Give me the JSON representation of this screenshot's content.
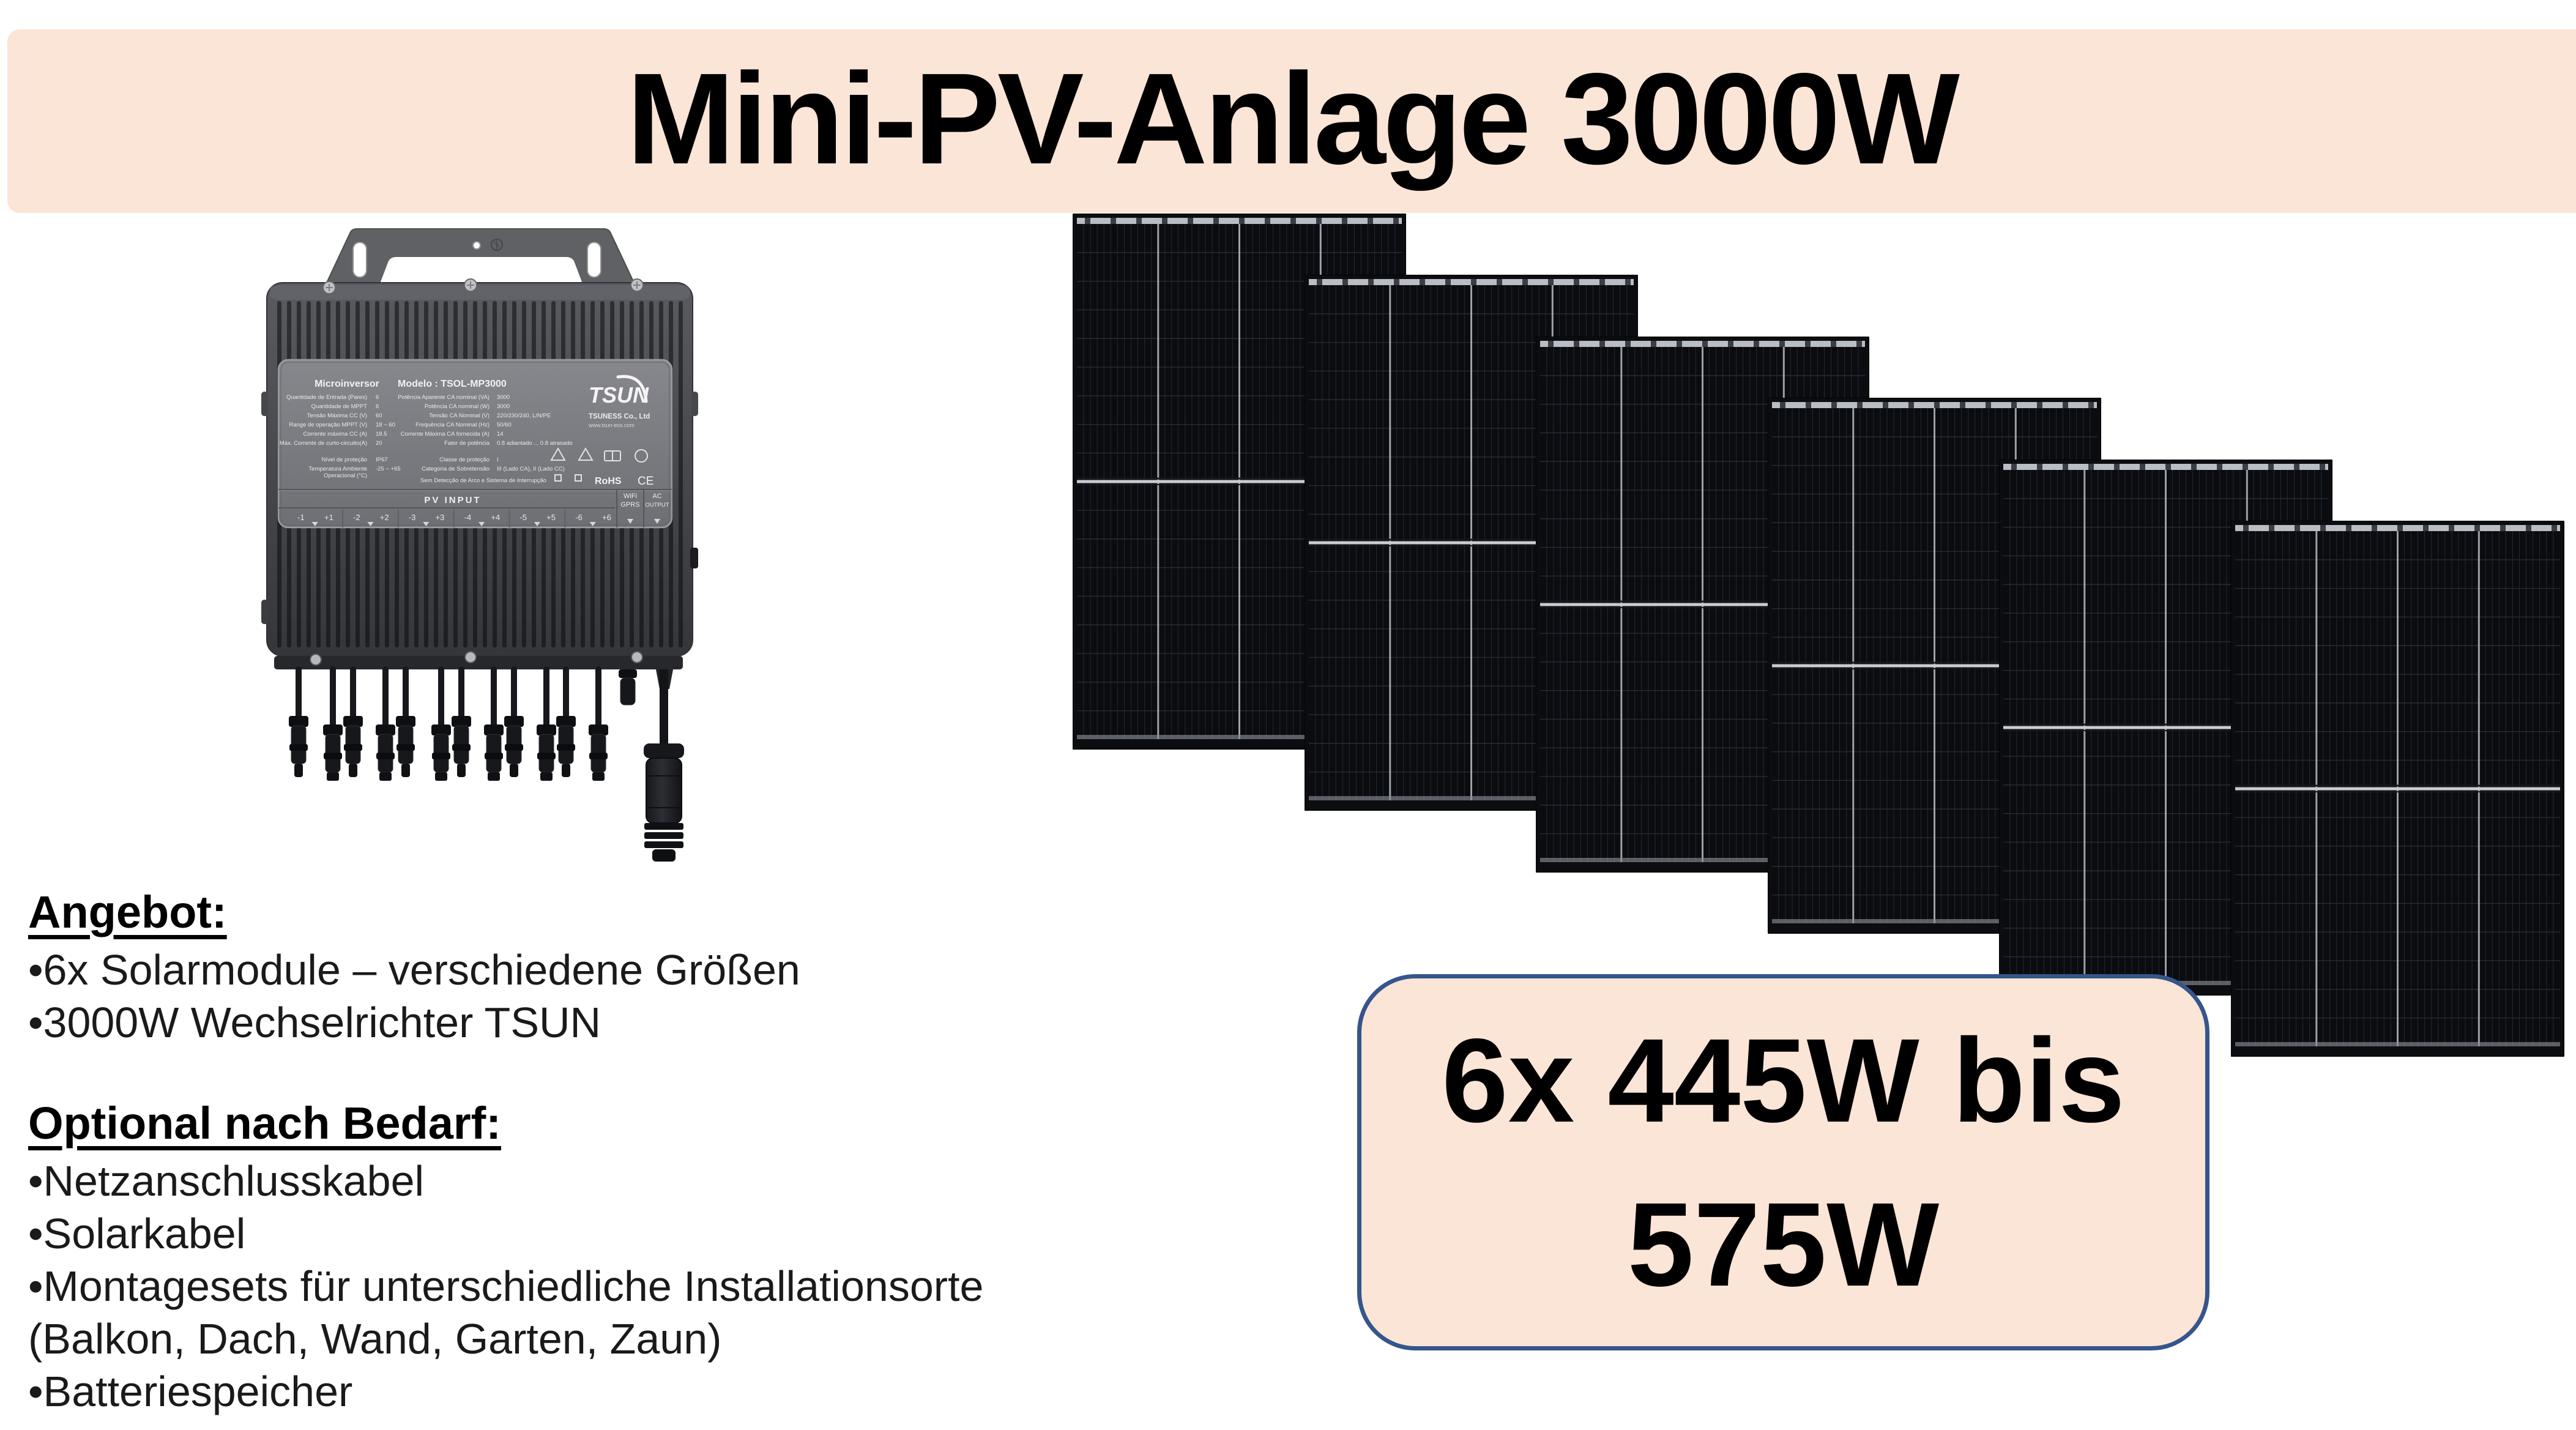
{
  "title": "Mini-PV-Anlage 3000W",
  "colors": {
    "banner_bg": "#fbe5d6",
    "badge_bg": "#fbe5d6",
    "badge_border": "#35558c",
    "panel_cell": "#0a0c10",
    "inverter_gray": "#4e4f53"
  },
  "offer": {
    "heading": "Angebot:",
    "lines": [
      "•6x Solarmodule – verschiedene Größen",
      "•3000W Wechselrichter TSUN"
    ]
  },
  "optional": {
    "heading": "Optional nach Bedarf:",
    "lines": [
      "•Netzanschlusskabel",
      "•Solarkabel",
      "•Montagesets für unterschiedliche Installationsorte",
      "(Balkon, Dach, Wand, Garten, Zaun)",
      "•Batteriespeicher"
    ]
  },
  "badge": {
    "line1": "6x 445W bis",
    "line2": "575W"
  },
  "panels": {
    "count": 6
  },
  "inverter": {
    "plate": {
      "type_label": "Microinversor",
      "model_label": "Modelo : TSOL-MP3000",
      "brand": "TSUN",
      "company": "TSUNESS Co., Ltd",
      "website": "www.tsun-ess.com",
      "specs_left": [
        [
          "Quantidade de Entrada (Pares)",
          "6"
        ],
        [
          "Quantidade de MPPT",
          "6"
        ],
        [
          "Tensão Máxima CC (V)",
          "60"
        ],
        [
          "Range de operação MPPT (V)",
          "18 ~ 60"
        ],
        [
          "Corrente máxima CC (A)",
          "18.5"
        ],
        [
          "Máx. Corrente de curto-circuito(A)",
          "20"
        ],
        [
          "Nível de proteção",
          "IP67"
        ],
        [
          "Temperatura Ambiente\nOperacional (°C)",
          "-25 ~ +65"
        ]
      ],
      "specs_right": [
        [
          "Potência Aparente CA nominal (VA)",
          "3000"
        ],
        [
          "Potência CA nominal (W)",
          "3000"
        ],
        [
          "Tensão CA Nominal (V)",
          "220/230/240, L/N/PE"
        ],
        [
          "Frequência CA Nominal (Hz)",
          "50/60"
        ],
        [
          "Corrente Máxima CA fornecida (A)",
          "14"
        ],
        [
          "Fator de potência",
          "0.8 adiantado ... 0.8 atrasado"
        ],
        [
          "Classe de proteção",
          "I"
        ],
        [
          "Categoria de Sobretensão",
          "III (Lado CA), II (Lado CC)"
        ]
      ],
      "footnote": "Sem Detecção de Arco e Sistema de Interrupção",
      "rohs": "RoHS",
      "ce": "CE",
      "pv_input_label": "PV INPUT",
      "terminals": [
        "-1",
        "+1",
        "-2",
        "+2",
        "-3",
        "+3",
        "-4",
        "+4",
        "-5",
        "+5",
        "-6",
        "+6"
      ],
      "wifi_line1": "WiFi",
      "wifi_line2": "GPRS",
      "ac_line1": "AC",
      "ac_line2": "OUTPUT"
    }
  }
}
